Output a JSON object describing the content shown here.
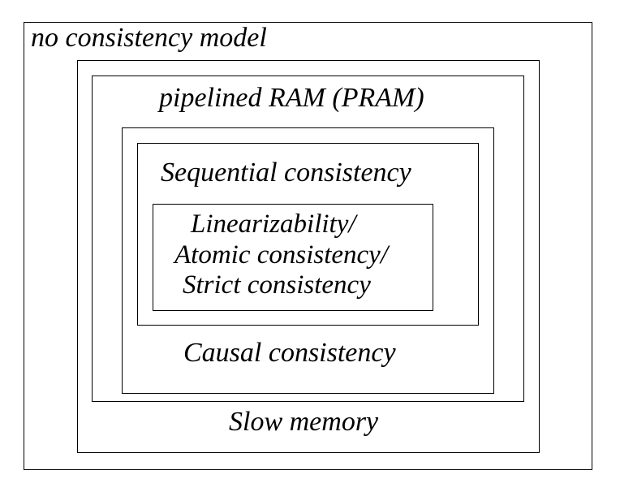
{
  "diagram": {
    "models": {
      "no_consistency": "no consistency model",
      "slow_memory": "Slow memory",
      "pram": "pipelined RAM (PRAM)",
      "causal": "Causal consistency",
      "sequential": "Sequential consistency",
      "linearizability_line1": "Linearizability/",
      "linearizability_line2": "Atomic consistency/",
      "linearizability_line3": "Strict consistency"
    }
  }
}
